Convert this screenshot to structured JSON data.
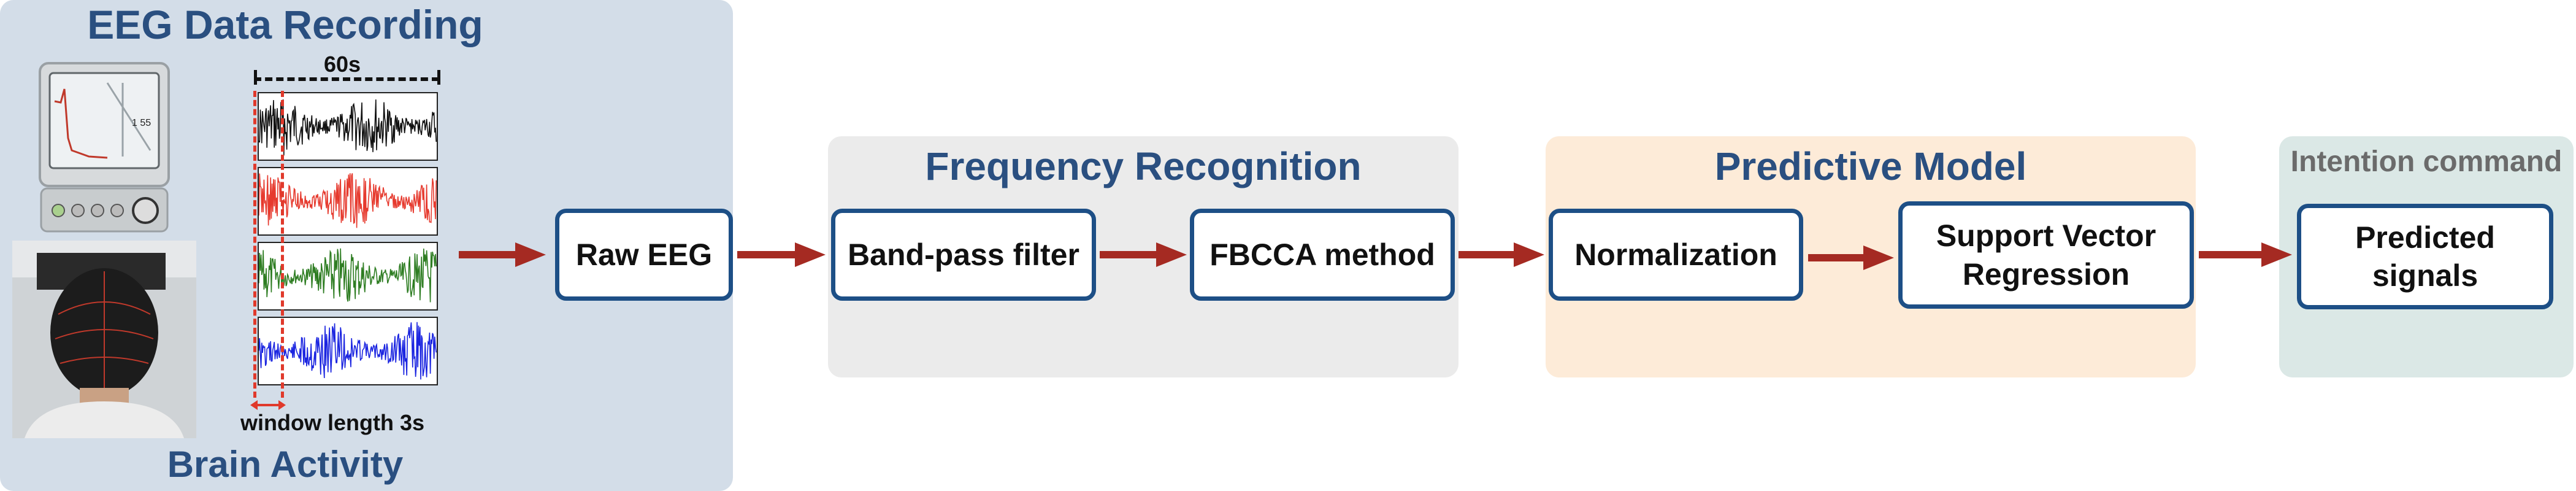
{
  "recording": {
    "title": "EEG Data Recording",
    "footer": "Brain Activity",
    "duration_label": "60s",
    "window_label": "window length 3s",
    "signal_colors": [
      "#111111",
      "#e63a2e",
      "#2e7d22",
      "#1a24e0"
    ]
  },
  "nodes": {
    "raw_eeg": "Raw EEG",
    "band_pass": "Band-pass filter",
    "fbcca": "FBCCA method",
    "normalization": "Normalization",
    "svr": "Support Vector\nRegression",
    "predicted": "Predicted\nsignals"
  },
  "panels": {
    "frequency": "Frequency Recognition",
    "predictive": "Predictive Model",
    "intention": "Intention command"
  },
  "colors": {
    "arrow": "#a52a22",
    "box_border": "#1d4f86",
    "title": "#2a4f80",
    "recording_bg": "#d3dde8",
    "frequency_bg": "#ebebeb",
    "predictive_bg": "#fdebd8",
    "intention_bg": "#dbe8e6"
  }
}
